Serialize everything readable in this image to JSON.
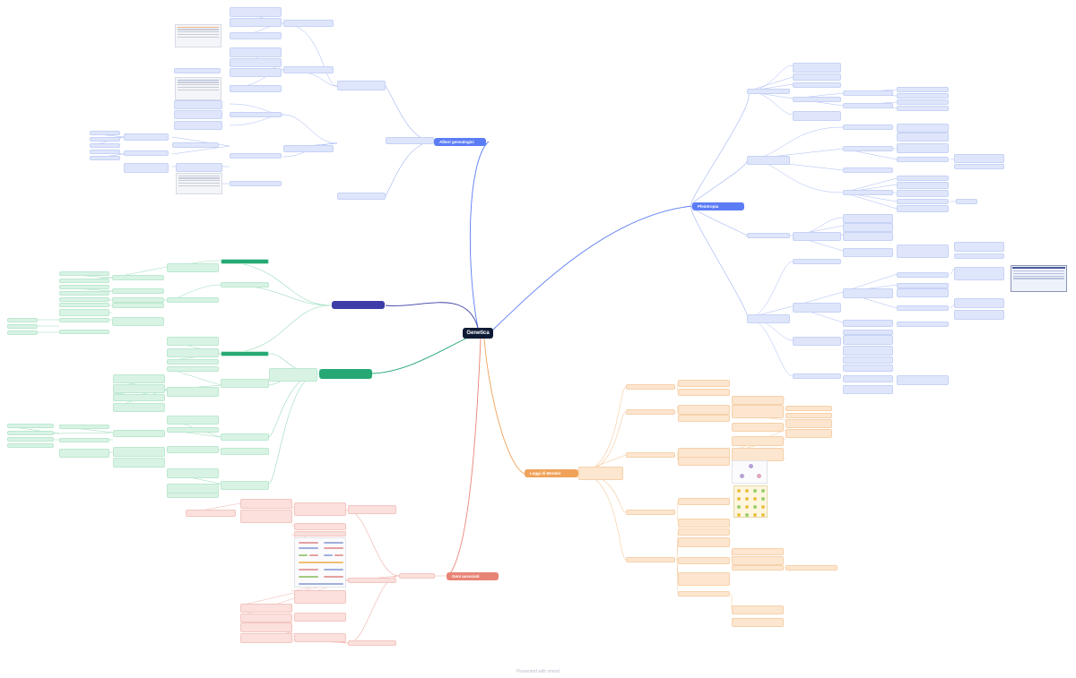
{
  "root": {
    "title": "Genetica"
  },
  "branches": {
    "alberi": "Alberi genealogici",
    "ereditaSessuale": "",
    "legata": "",
    "pleiotropia": "Pleiotropia",
    "leggiMendel": "Leggi di Mendel",
    "geniAssociati": "Geni associati"
  },
  "labels": {},
  "colors": {
    "blue": "#5b7cf5",
    "indigo": "#3d3ea8",
    "teal": "#25a874",
    "orange": "#f0a25a",
    "red": "#e88476",
    "root": "#0f1b35"
  },
  "watermark": "Presented with xmind"
}
